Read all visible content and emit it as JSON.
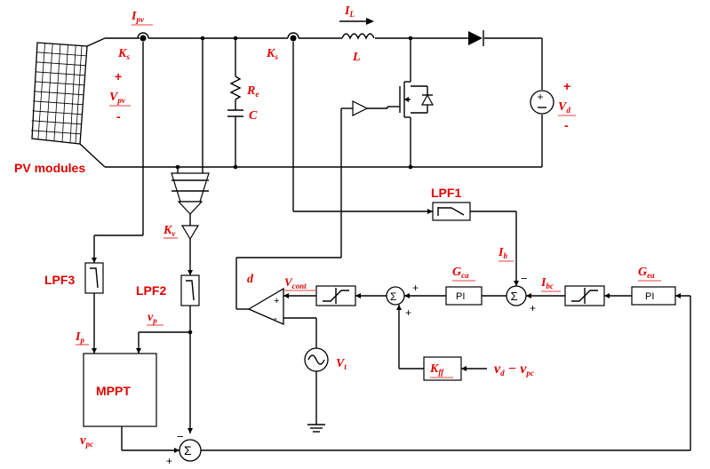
{
  "blocks": {
    "pv_modules": "PV modules",
    "mppt": "MPPT",
    "lpf1": "LPF1",
    "lpf2": "LPF2",
    "lpf3": "LPF3",
    "pi_current": "PI",
    "pi_voltage": "PI"
  },
  "labels": {
    "ipv": {
      "main": "I",
      "sub": "pv"
    },
    "ks_left": {
      "main": "K",
      "sub": "s"
    },
    "ks_right": {
      "main": "K",
      "sub": "s"
    },
    "kv": {
      "main": "K",
      "sub": "v"
    },
    "vpv": {
      "main": "V",
      "sub": "pv"
    },
    "il": {
      "main": "I",
      "sub": "L"
    },
    "l": "L",
    "re": {
      "main": "R",
      "sub": "e"
    },
    "c": "C",
    "vd": {
      "main": "V",
      "sub": "d"
    },
    "ib": {
      "main": "I",
      "sub": "b"
    },
    "ibc": {
      "main": "I",
      "sub": "bc"
    },
    "gca": {
      "main": "G",
      "sub": "ca"
    },
    "gea": {
      "main": "G",
      "sub": "ea"
    },
    "vcont": {
      "main": "V",
      "sub": "cont"
    },
    "d": "d",
    "vt": {
      "main": "V",
      "sub": "t"
    },
    "kff": {
      "main": "K",
      "sub": "ff"
    },
    "vd_minus_vpc": "v",
    "vd_minus_vpc_sub1": "d",
    "vd_minus_vpc_mid": " − v",
    "vd_minus_vpc_sub2": "pc",
    "ip": {
      "main": "I",
      "sub": "p"
    },
    "vp": {
      "main": "v",
      "sub": "p"
    },
    "vpc": {
      "main": "v",
      "sub": "pc"
    }
  },
  "signs": {
    "plus": "+",
    "minus": "-",
    "minus_true": "−"
  }
}
